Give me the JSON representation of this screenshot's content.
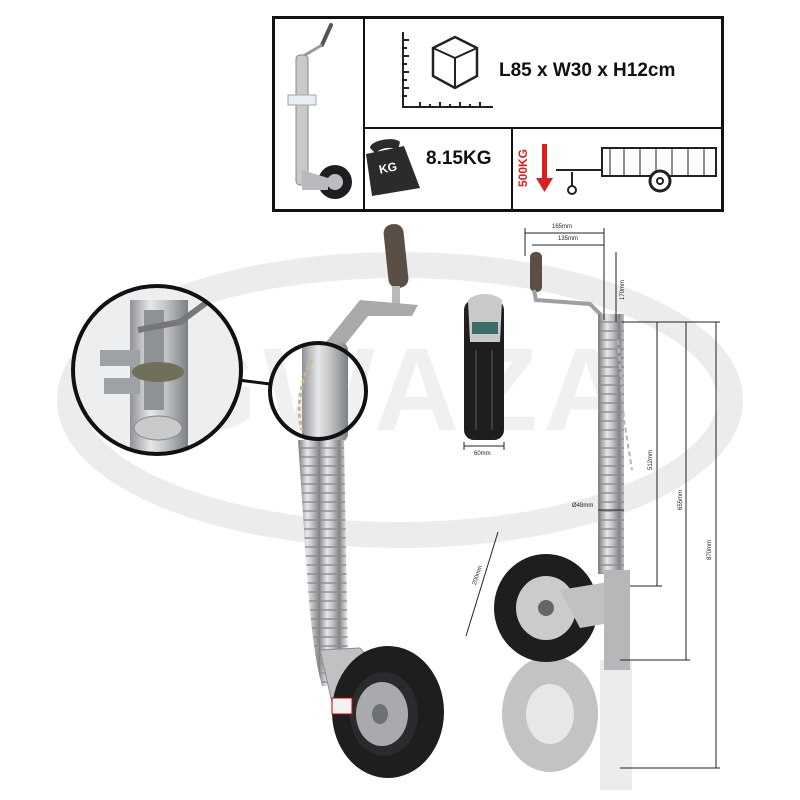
{
  "brand_watermark": "GWAZA",
  "specs": {
    "dimensions_label": "L85 x W30 x H12cm",
    "weight_label": "8.15KG",
    "weight_icon_text": "KG",
    "load_label": "500KG"
  },
  "measurements": {
    "handle_width": "165mm",
    "handle_inner": "135mm",
    "handle_height": "170mm",
    "wheel_width": "60mm",
    "tube_diameter": "Ø48mm",
    "tube_length": "512mm",
    "retracted_height": "655mm",
    "extended_height": "870mm",
    "wheel_diameter": "200mm"
  },
  "colors": {
    "galvanised": "#c7c9cb",
    "tyre": "#1d1e20",
    "accent_red": "#d8201f",
    "border": "#111111"
  }
}
